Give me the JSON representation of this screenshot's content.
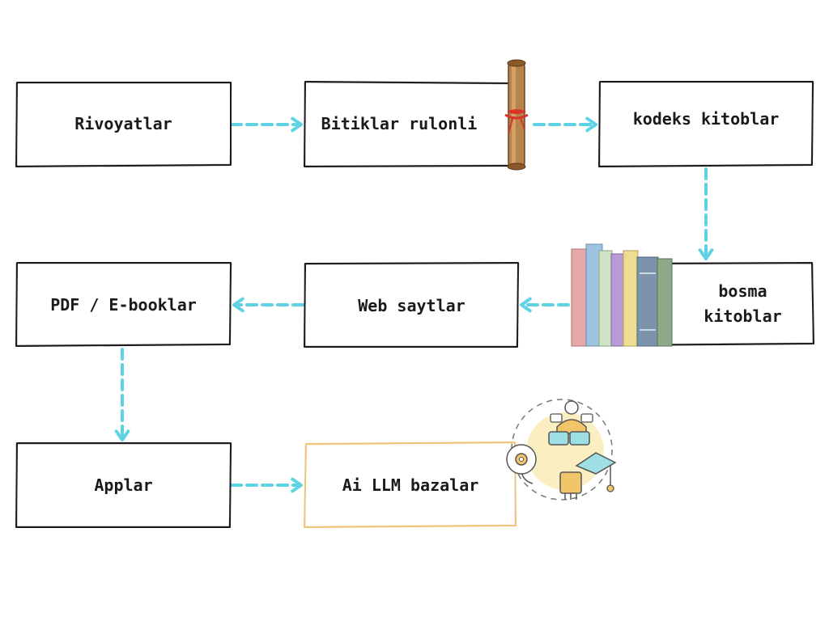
{
  "diagram": {
    "nodes": [
      {
        "id": "rivoyatlar",
        "label": "Rivoyatlar"
      },
      {
        "id": "bitiklar",
        "label": "Bitiklar rulonli"
      },
      {
        "id": "kodeks",
        "label": "kodeks kitoblar"
      },
      {
        "id": "bosma",
        "label": "bosma\nkitoblar"
      },
      {
        "id": "web",
        "label": "Web saytlar"
      },
      {
        "id": "pdf",
        "label": "PDF / E-booklar"
      },
      {
        "id": "applar",
        "label": "Applar"
      },
      {
        "id": "ai",
        "label": "Ai LLM bazalar"
      }
    ],
    "edges": [
      {
        "from": "rivoyatlar",
        "to": "bitiklar"
      },
      {
        "from": "bitiklar",
        "to": "kodeks"
      },
      {
        "from": "kodeks",
        "to": "bosma"
      },
      {
        "from": "bosma",
        "to": "web"
      },
      {
        "from": "web",
        "to": "pdf"
      },
      {
        "from": "pdf",
        "to": "applar"
      },
      {
        "from": "applar",
        "to": "ai"
      }
    ]
  },
  "colors": {
    "box_stroke": "#1a1a1a",
    "highlight_stroke": "#f0c27a",
    "arrow": "#5fd3e4",
    "text": "#1a1a1a"
  },
  "illustrations": [
    "scroll-illustration",
    "books-illustration",
    "ai-education-illustration"
  ]
}
